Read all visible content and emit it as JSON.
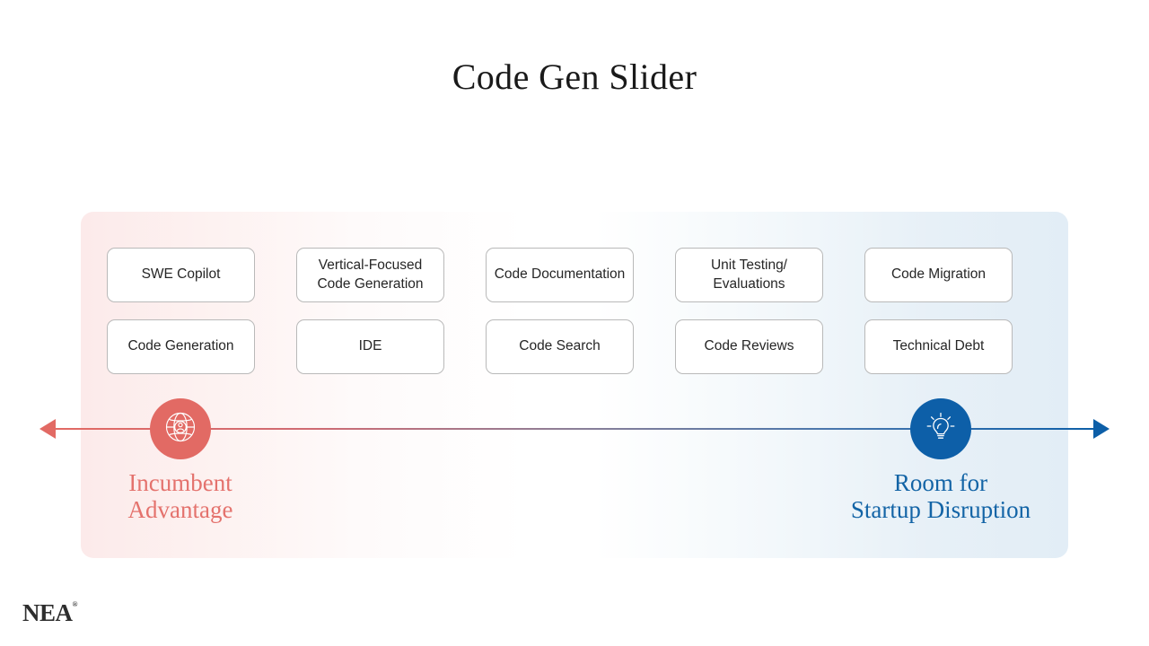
{
  "title": "Code Gen Slider",
  "panel": {
    "cards_row1": [
      "SWE Copilot",
      "Vertical-Focused Code Generation",
      "Code Documentation",
      "Unit Testing/ Evaluations",
      "Code Migration"
    ],
    "cards_row2": [
      "Code Generation",
      "IDE",
      "Code Search",
      "Code Reviews",
      "Technical Debt"
    ]
  },
  "spectrum": {
    "left": {
      "icon": "globe-person-icon",
      "label_line1": "Incumbent",
      "label_line2": "Advantage",
      "color": "#e26a64"
    },
    "right": {
      "icon": "lightbulb-icon",
      "label_line1": "Room for",
      "label_line2": "Startup Disruption",
      "color": "#0d5fa8"
    },
    "arrow_left_icon": "arrow-left-icon",
    "arrow_right_icon": "arrow-right-icon"
  },
  "logo": {
    "text": "NEA",
    "mark": "®"
  }
}
